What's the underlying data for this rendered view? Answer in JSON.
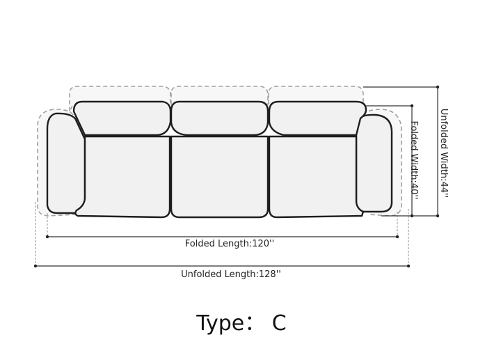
{
  "dimensions": {
    "folded_length": "Folded  Length:120''",
    "unfolded_length": "Unfolded  Length:128''",
    "folded_width": "Folded  Width:40''",
    "unfolded_width": "Unfolded  Width:44''"
  },
  "type_label": "Type： C"
}
